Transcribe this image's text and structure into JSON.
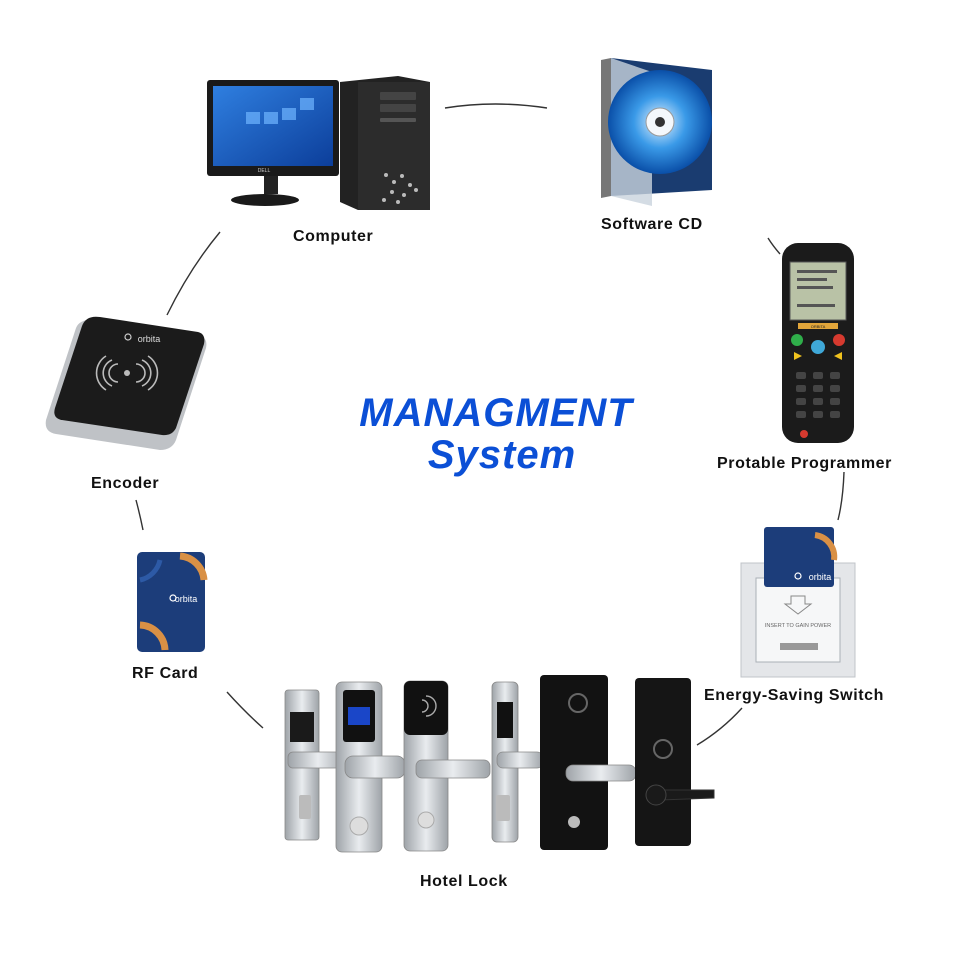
{
  "title": {
    "line1": "MANAGMENT",
    "line2": "System"
  },
  "nodes": {
    "computer": "Computer",
    "software_cd": "Software CD",
    "programmer": "Protable Programmer",
    "energy_switch": "Energy-Saving Switch",
    "hotel_lock": "Hotel Lock",
    "rf_card": "RF Card",
    "encoder": "Encoder"
  },
  "brand": {
    "name": "orbita",
    "monitor_brand": "DELL",
    "switch_text": "INSERT TO GAIN POWER",
    "programmer_tag": "ORBITA"
  },
  "colors": {
    "title": "#0b4fd6",
    "card": "#1c3d7a",
    "card_accent": "#d99045"
  }
}
